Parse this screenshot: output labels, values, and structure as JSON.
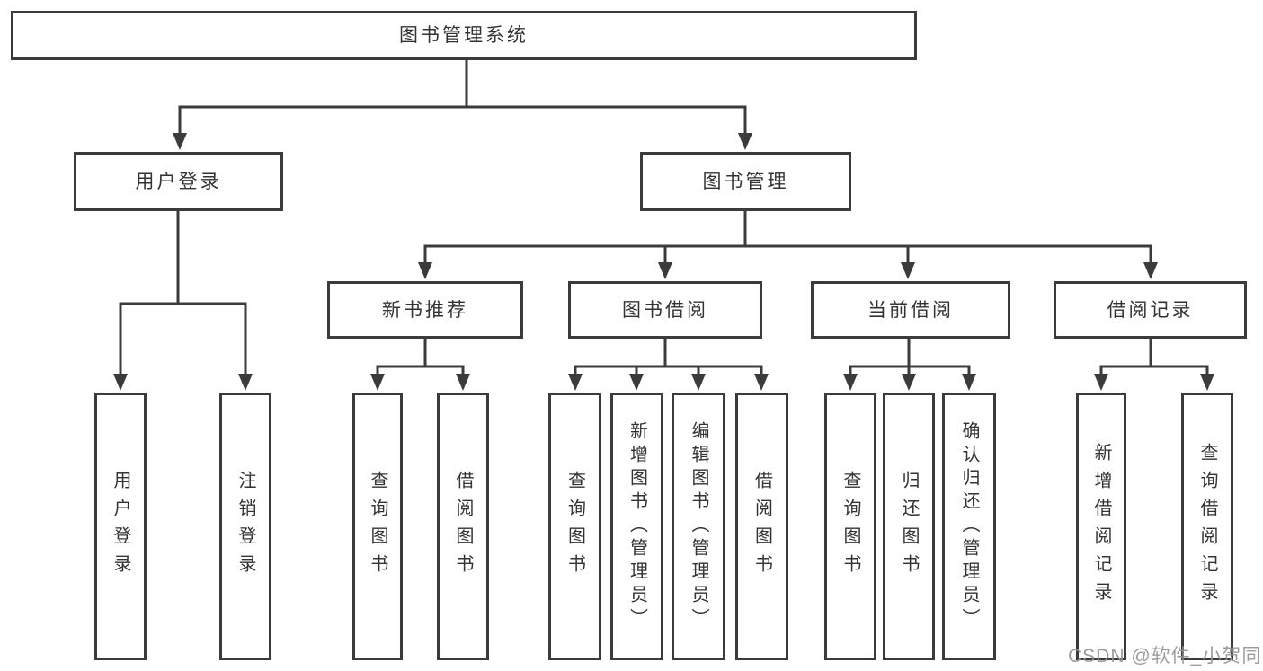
{
  "diagram": {
    "title": "图书管理系统",
    "nodes": {
      "root": {
        "label": "图书管理系统"
      },
      "user_login": {
        "label": "用户登录",
        "children": [
          {
            "label": "用户登录"
          },
          {
            "label": "注销登录"
          }
        ]
      },
      "book_mgmt": {
        "label": "图书管理",
        "children": [
          {
            "label": "新书推荐",
            "children": [
              {
                "label": "查询图书"
              },
              {
                "label": "借阅图书"
              }
            ]
          },
          {
            "label": "图书借阅",
            "children": [
              {
                "label": "查询图书"
              },
              {
                "label": "新增图书（管理员）"
              },
              {
                "label": "编辑图书（管理员）"
              },
              {
                "label": "借阅图书"
              }
            ]
          },
          {
            "label": "当前借阅",
            "children": [
              {
                "label": "查询图书"
              },
              {
                "label": "归还图书"
              },
              {
                "label": "确认归还（管理员）"
              }
            ]
          },
          {
            "label": "借阅记录",
            "children": [
              {
                "label": "新增借阅记录"
              },
              {
                "label": "查询借阅记录"
              }
            ]
          }
        ]
      }
    }
  },
  "watermark": {
    "text": "CSDN @软件_小贺同学"
  },
  "colors": {
    "line": "#3b3b3b",
    "text": "#333333",
    "background": "#ffffff",
    "watermark": "#949494"
  }
}
